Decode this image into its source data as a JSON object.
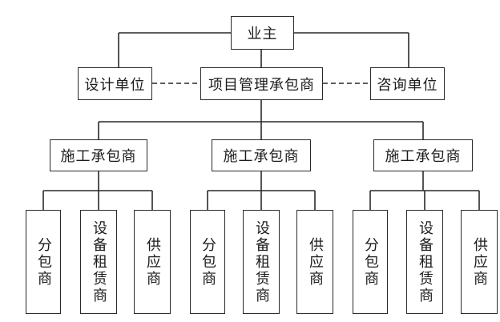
{
  "top": {
    "owner": "业主"
  },
  "middle": {
    "design": "设计单位",
    "pm_contractor": "项目管理承包商",
    "consultant": "咨询单位"
  },
  "contractors": [
    {
      "label": "施工承包商",
      "subs": [
        "分包商",
        "设备租赁商",
        "供应商"
      ]
    },
    {
      "label": "施工承包商",
      "subs": [
        "分包商",
        "设备租赁商",
        "供应商"
      ]
    },
    {
      "label": "施工承包商",
      "subs": [
        "分包商",
        "设备租赁商",
        "供应商"
      ]
    }
  ]
}
